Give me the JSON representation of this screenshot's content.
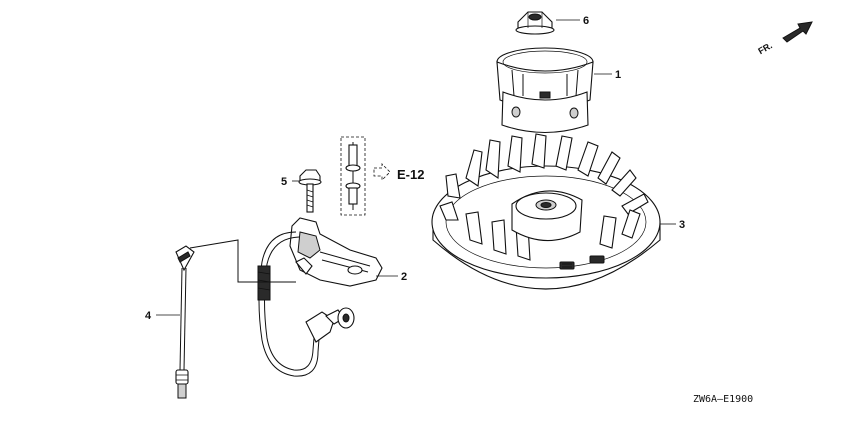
{
  "diagram": {
    "code": "ZW6A—E1900",
    "direction_label": "FR.",
    "reference_label": "E-12",
    "callouts": [
      {
        "id": "1",
        "label": "1"
      },
      {
        "id": "2",
        "label": "2"
      },
      {
        "id": "3",
        "label": "3"
      },
      {
        "id": "4",
        "label": "4"
      },
      {
        "id": "5",
        "label": "5"
      },
      {
        "id": "6",
        "label": "6"
      }
    ]
  }
}
